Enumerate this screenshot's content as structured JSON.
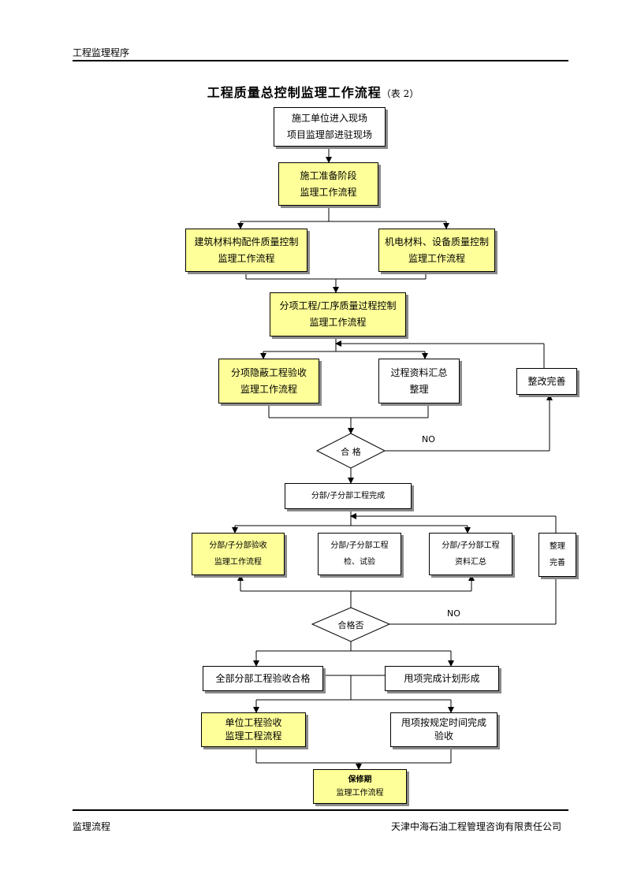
{
  "header": {
    "text": "工程监理程序"
  },
  "title": {
    "main": "工程质量总控制监理工作流程",
    "sub": "（表 2）"
  },
  "nodes": {
    "n1": [
      "施工单位进入现场",
      "项目监理部进驻现场"
    ],
    "n2": [
      "施工准备阶段",
      "监理工作流程"
    ],
    "n3": [
      "建筑材料构配件质量控制",
      "监理工作流程"
    ],
    "n4": [
      "机电材料、设备质量控制",
      "监理工作流程"
    ],
    "n5": [
      "分项工程/工序质量过程控制",
      "监理工作流程"
    ],
    "n6": [
      "分项隐蔽工程验收",
      "监理工作流程"
    ],
    "n7": [
      "过程资料汇总",
      "整理"
    ],
    "n8": [
      "整改完善"
    ],
    "d1": "合  格",
    "n9": [
      "分部/子分部工程完成"
    ],
    "n10": [
      "分部/子分部验收",
      "监理工作流程"
    ],
    "n11": [
      "分部/子分部工程",
      "检、试验"
    ],
    "n12": [
      "分部/子分部工程",
      "资料汇总"
    ],
    "n13": [
      "整理",
      "完善"
    ],
    "d2": "合格否",
    "n14": [
      "全部分部工程验收合格"
    ],
    "n15": [
      "甩项完成计划形成"
    ],
    "n16": [
      "单位工程验收",
      "监理工程流程"
    ],
    "n17": [
      "甩项按规定时间完成",
      "验收"
    ],
    "n18": [
      "保修期",
      "监理工作流程"
    ]
  },
  "labels": {
    "no1": "NO",
    "no2": "NO"
  },
  "footer": {
    "left": "监理流程",
    "right": "天津中海石油工程管理咨询有限责任公司"
  },
  "colors": {
    "highlight": "#ffff99",
    "shadow": "#8a8a8a"
  }
}
